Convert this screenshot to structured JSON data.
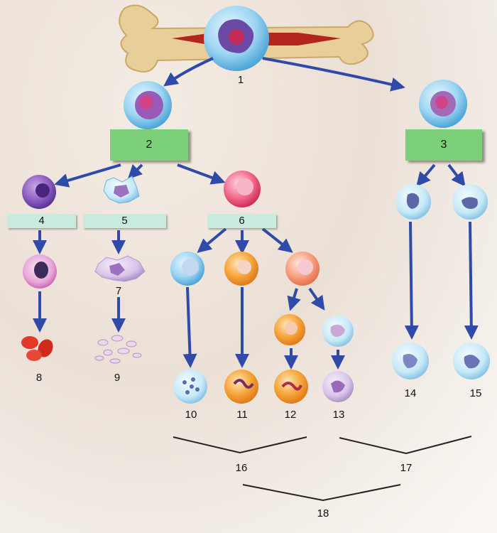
{
  "labels": {
    "n1": "1",
    "n2": "2",
    "n3": "3",
    "n4": "4",
    "n5": "5",
    "n6": "6",
    "n7": "7",
    "n8": "8",
    "n9": "9",
    "n10": "10",
    "n11": "11",
    "n12": "12",
    "n13": "13",
    "n14": "14",
    "n15": "15",
    "n16": "16",
    "n17": "17",
    "n18": "18"
  },
  "colors": {
    "arrow": "#2f4aa8",
    "green_box": "#7dd07a",
    "mint_box": "#c9ebde",
    "bone": "#e8cf9a",
    "marrow": "#b3261e"
  }
}
